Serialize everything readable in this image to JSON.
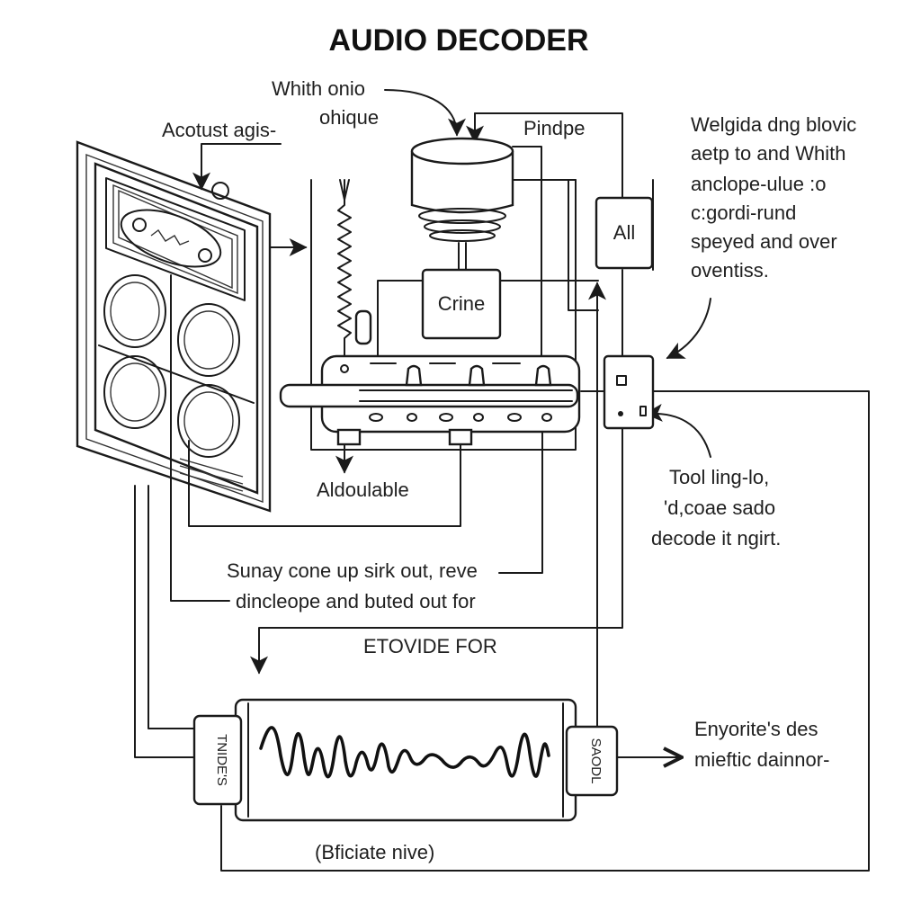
{
  "title": "AUDIO DECODER",
  "labels": {
    "acoustic": "Acotust agis-",
    "whith_1": "Whith onio",
    "whith_2": "ohique",
    "pindpe": "Pindpe",
    "right_note": [
      "Welgida dng blovic",
      "aetp to and Whith",
      "anclope-ulue :o",
      "c:gordi-rund",
      "speyed and over",
      "oventiss."
    ],
    "all_box": "All",
    "crine": "Crine",
    "aldoulable": "Aldoulable",
    "tool_note": [
      "Tool ling-lo,",
      "'d,coae sado",
      "decode it ngirt."
    ],
    "sunay_1": "Sunay cone up sirk out, reve",
    "sunay_2": "dincleope and buted out for",
    "etovide": "ETOVIDE FOR",
    "left_block": "TNIDE'S",
    "right_block": "SAODL",
    "enyorite_1": "Enyorite's des",
    "enyorite_2": "mieftic dainnor-",
    "bottom": "(Bficiate nive)"
  }
}
